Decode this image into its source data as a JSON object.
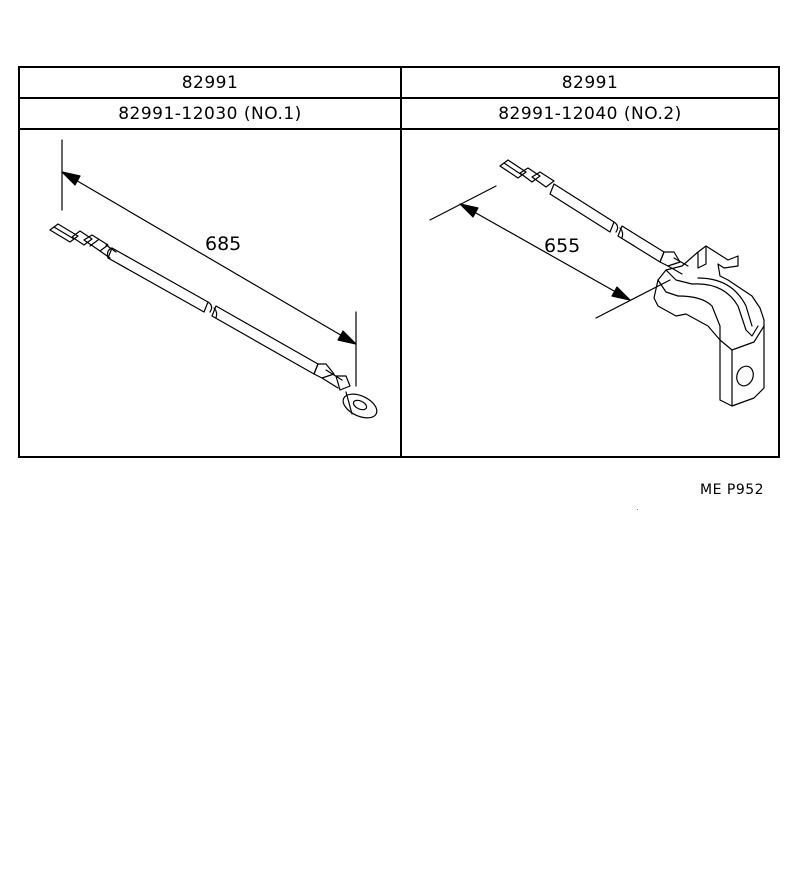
{
  "table": {
    "columns": [
      {
        "group": "82991",
        "part_number": "82991-12030 (NO.1)",
        "dimension": "685"
      },
      {
        "group": "82991",
        "part_number": "82991-12040 (NO.2)",
        "dimension": "655"
      }
    ]
  },
  "footer": {
    "code": "ME  P952"
  },
  "colors": {
    "line": "#000000",
    "background": "#ffffff"
  }
}
